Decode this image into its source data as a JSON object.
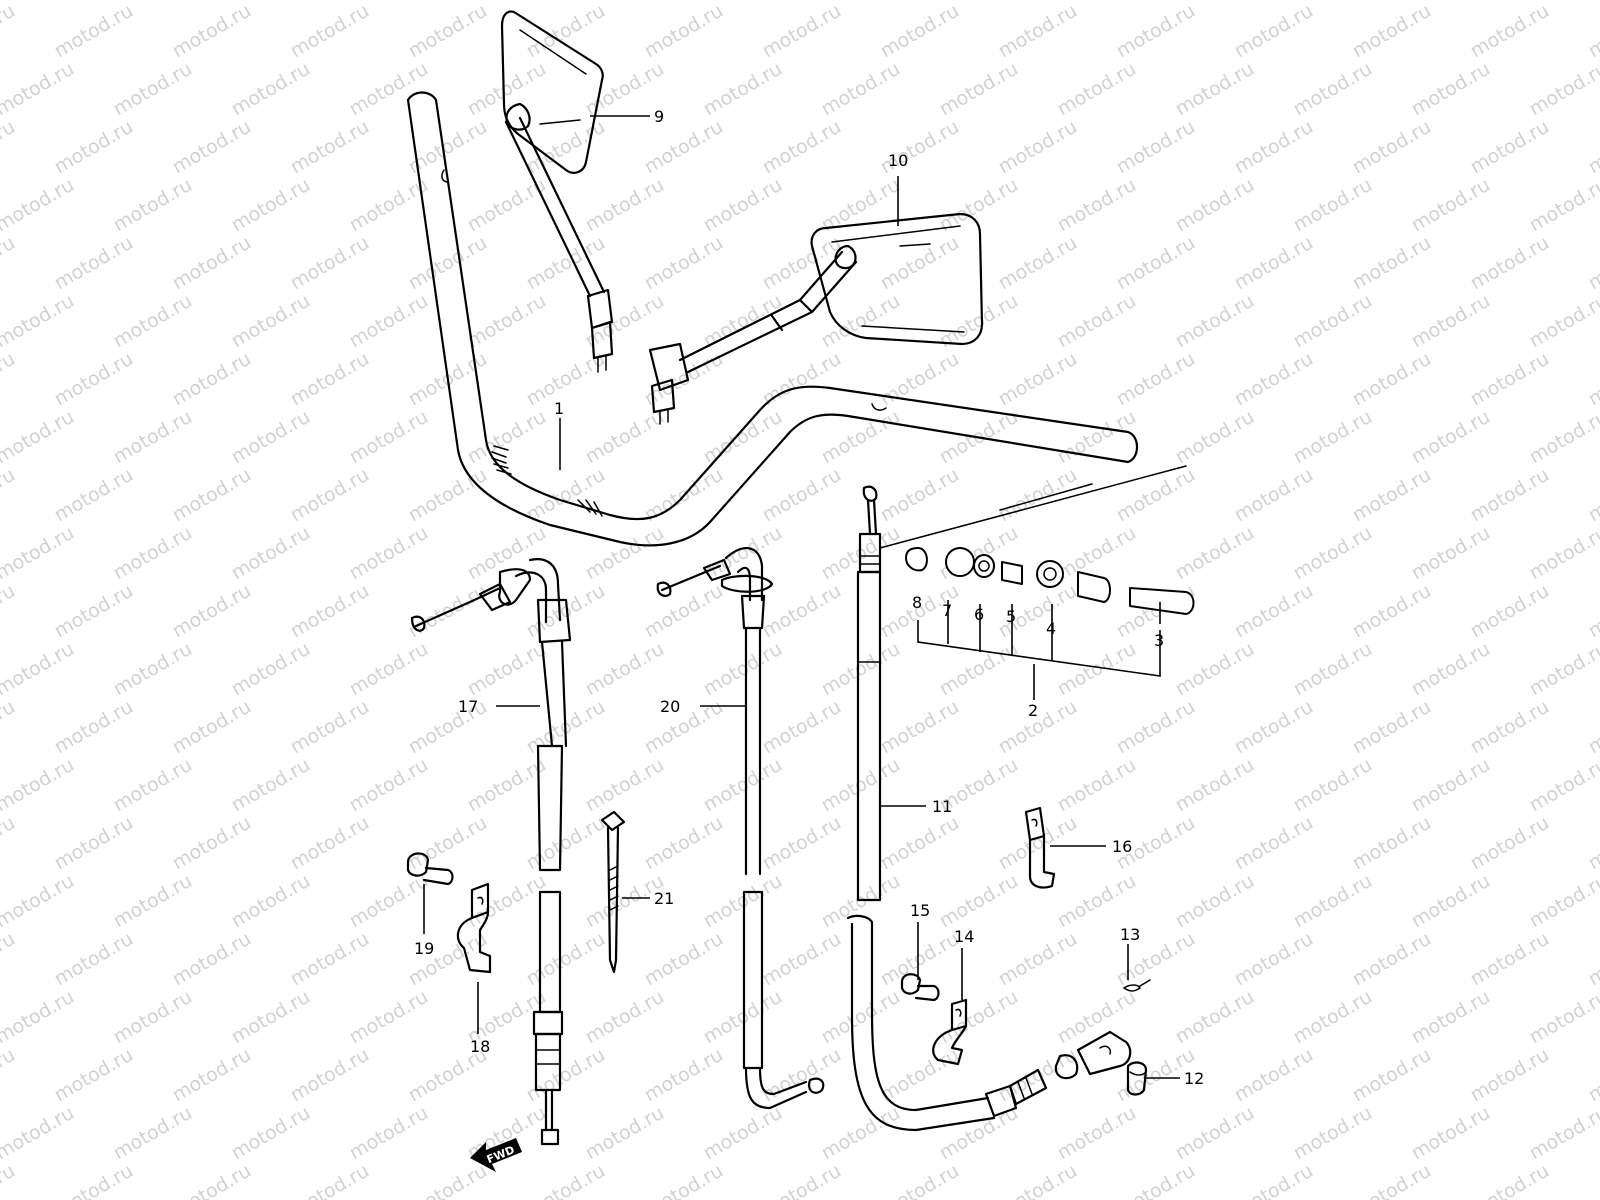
{
  "watermark": "motod.ru",
  "fwd_label": "FWD",
  "callouts": [
    {
      "id": "1",
      "label": "1"
    },
    {
      "id": "2",
      "label": "2"
    },
    {
      "id": "3",
      "label": "3"
    },
    {
      "id": "4",
      "label": "4"
    },
    {
      "id": "5",
      "label": "5"
    },
    {
      "id": "6",
      "label": "6"
    },
    {
      "id": "7",
      "label": "7"
    },
    {
      "id": "8",
      "label": "8"
    },
    {
      "id": "9",
      "label": "9"
    },
    {
      "id": "10",
      "label": "10"
    },
    {
      "id": "11",
      "label": "11"
    },
    {
      "id": "12",
      "label": "12"
    },
    {
      "id": "13",
      "label": "13"
    },
    {
      "id": "14",
      "label": "14"
    },
    {
      "id": "15",
      "label": "15"
    },
    {
      "id": "16",
      "label": "16"
    },
    {
      "id": "17",
      "label": "17"
    },
    {
      "id": "18",
      "label": "18"
    },
    {
      "id": "19",
      "label": "19"
    },
    {
      "id": "20",
      "label": "20"
    },
    {
      "id": "21",
      "label": "21"
    }
  ]
}
